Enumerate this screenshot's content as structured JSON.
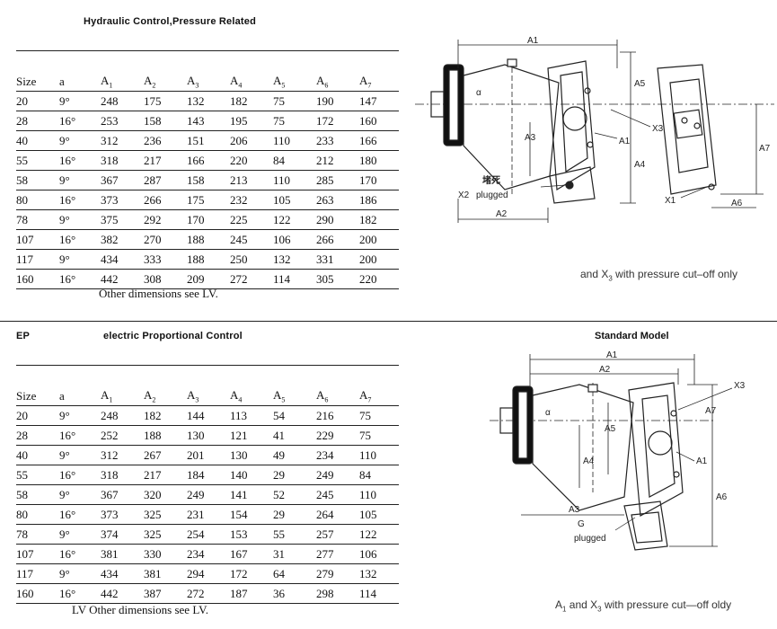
{
  "section1": {
    "title": "Hydraulic Control,Pressure Related",
    "headers": [
      "Size",
      "a",
      "A1",
      "A2",
      "A3",
      "A4",
      "A5",
      "A6",
      "A7"
    ],
    "rows": [
      [
        "20",
        "9°",
        "248",
        "175",
        "132",
        "182",
        "75",
        "190",
        "147"
      ],
      [
        "28",
        "16°",
        "253",
        "158",
        "143",
        "195",
        "75",
        "172",
        "160"
      ],
      [
        "40",
        "9°",
        "312",
        "236",
        "151",
        "206",
        "110",
        "233",
        "166"
      ],
      [
        "55",
        "16°",
        "318",
        "217",
        "166",
        "220",
        "84",
        "212",
        "180"
      ],
      [
        "58",
        "9°",
        "367",
        "287",
        "158",
        "213",
        "110",
        "285",
        "170"
      ],
      [
        "80",
        "16°",
        "373",
        "266",
        "175",
        "232",
        "105",
        "263",
        "186"
      ],
      [
        "78",
        "9°",
        "375",
        "292",
        "170",
        "225",
        "122",
        "290",
        "182"
      ],
      [
        "107",
        "16°",
        "382",
        "270",
        "188",
        "245",
        "106",
        "266",
        "200"
      ],
      [
        "117",
        "9°",
        "434",
        "333",
        "188",
        "250",
        "132",
        "331",
        "200"
      ],
      [
        "160",
        "16°",
        "442",
        "308",
        "209",
        "272",
        "114",
        "305",
        "220"
      ]
    ],
    "note": "Other dimensions see LV.",
    "caption_pre": "and X",
    "caption_sub": "3",
    "caption_post": " with pressure cut–off only",
    "diagram_labels": {
      "a1": "A1",
      "a2": "A2",
      "a3": "A3",
      "a4": "A4",
      "a5": "A5",
      "a6": "A6",
      "a7": "A7",
      "x1": "X1",
      "x2": "X2",
      "x3": "X3",
      "alpha": "α",
      "plugged_cn": "堵死",
      "plugged": "plugged"
    }
  },
  "section2": {
    "code": "EP",
    "title": "electric Proportional Control",
    "standard_model": "Standard Model",
    "headers": [
      "Size",
      "a",
      "A1",
      "A2",
      "A3",
      "A4",
      "A5",
      "A6",
      "A7"
    ],
    "rows": [
      [
        "20",
        "9°",
        "248",
        "182",
        "144",
        "113",
        "54",
        "216",
        "75"
      ],
      [
        "28",
        "16°",
        "252",
        "188",
        "130",
        "121",
        "41",
        "229",
        "75"
      ],
      [
        "40",
        "9°",
        "312",
        "267",
        "201",
        "130",
        "49",
        "234",
        "110"
      ],
      [
        "55",
        "16°",
        "318",
        "217",
        "184",
        "140",
        "29",
        "249",
        "84"
      ],
      [
        "58",
        "9°",
        "367",
        "320",
        "249",
        "141",
        "52",
        "245",
        "110"
      ],
      [
        "80",
        "16°",
        "373",
        "325",
        "231",
        "154",
        "29",
        "264",
        "105"
      ],
      [
        "78",
        "9°",
        "374",
        "325",
        "254",
        "153",
        "55",
        "257",
        "122"
      ],
      [
        "107",
        "16°",
        "381",
        "330",
        "234",
        "167",
        "31",
        "277",
        "106"
      ],
      [
        "117",
        "9°",
        "434",
        "381",
        "294",
        "172",
        "64",
        "279",
        "132"
      ],
      [
        "160",
        "16°",
        "442",
        "387",
        "272",
        "187",
        "36",
        "298",
        "114"
      ]
    ],
    "note": "LV Other dimensions see LV.",
    "caption_pre": "A",
    "caption_sub1": "1",
    "caption_mid": " and X",
    "caption_sub2": "3",
    "caption_post": " with pressure cut—off oldy",
    "diagram_labels": {
      "a1": "A1",
      "a2": "A2",
      "a3": "A3",
      "a4": "A4",
      "a5": "A5",
      "a6": "A6",
      "a7": "A7",
      "x3": "X3",
      "g": "G",
      "plugged": "plugged",
      "alpha": "α"
    }
  }
}
